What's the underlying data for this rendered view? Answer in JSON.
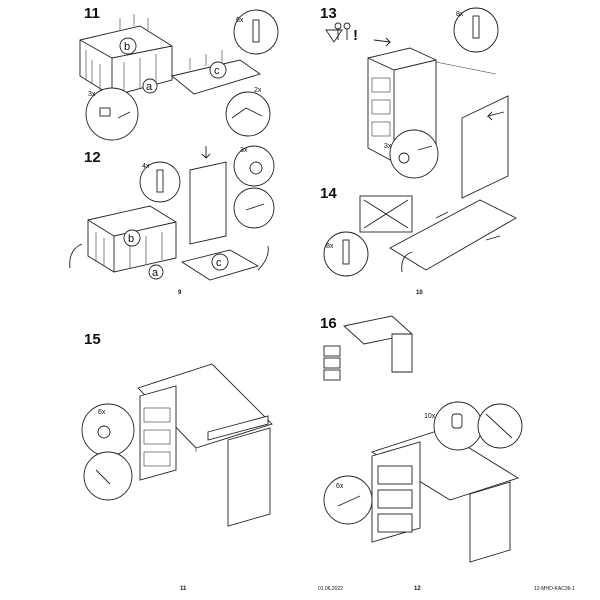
{
  "steps": {
    "s11": {
      "num": "11",
      "parts": [
        "b",
        "a",
        "c"
      ],
      "qty": [
        "6x",
        "3x",
        "2x"
      ]
    },
    "s12": {
      "num": "12",
      "parts": [
        "b",
        "a",
        "c"
      ],
      "qty": [
        "4x",
        "3x"
      ],
      "page": "9"
    },
    "s13": {
      "num": "13",
      "qty": [
        "8x",
        "3x"
      ],
      "warning": "!"
    },
    "s14": {
      "num": "14",
      "qty": [
        "8x"
      ],
      "page": "10"
    },
    "s15": {
      "num": "15",
      "qty": [
        "6x"
      ]
    },
    "s16": {
      "num": "16",
      "qty": [
        "10x",
        "6x"
      ]
    }
  },
  "footer": {
    "left_page": "11",
    "date": "01.06.2022",
    "right_page": "12",
    "code": "12-MHO-KAC36-1"
  }
}
